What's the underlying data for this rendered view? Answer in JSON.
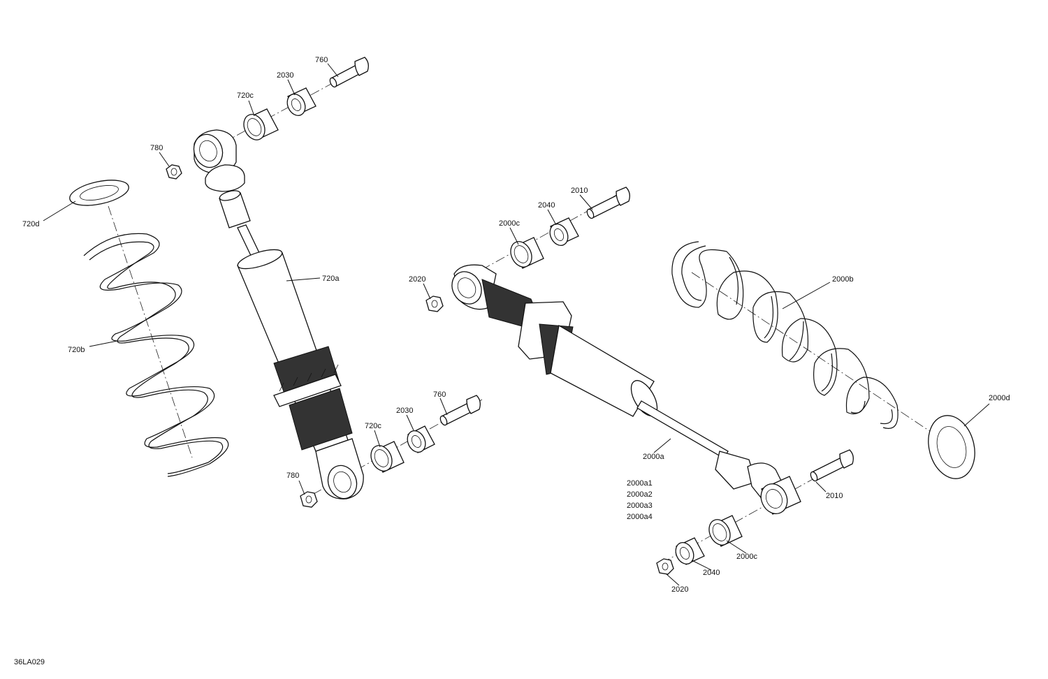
{
  "drawing_id": "36LA029",
  "callouts": {
    "a760": "760",
    "a2030": "2030",
    "a720c": "720c",
    "a780": "780",
    "a720d": "720d",
    "a720a": "720a",
    "a720b": "720b",
    "b780": "780",
    "b720c": "720c",
    "b2030": "2030",
    "b760": "760",
    "c2010": "2010",
    "c2040": "2040",
    "c2000c": "2000c",
    "c2020": "2020",
    "c2000b": "2000b",
    "c2000d": "2000d",
    "c2000a": "2000a",
    "variants": [
      "2000a1",
      "2000a2",
      "2000a3",
      "2000a4"
    ],
    "d2010": "2010",
    "d2000c": "2000c",
    "d2040": "2040",
    "d2020": "2020"
  }
}
